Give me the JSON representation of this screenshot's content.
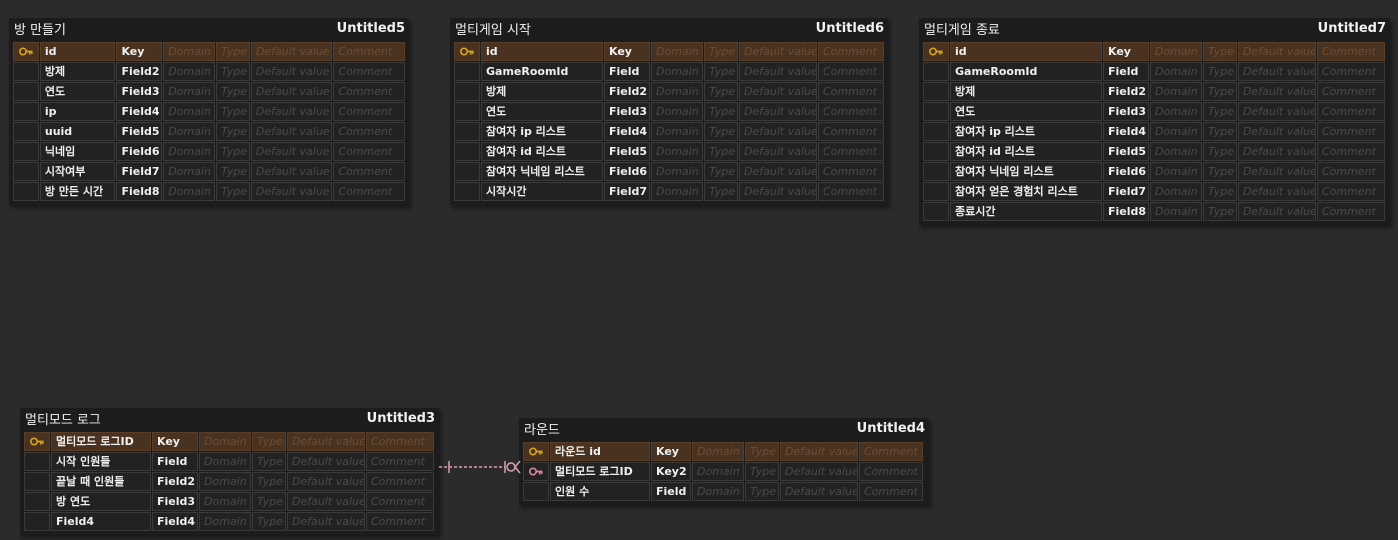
{
  "placeholders": {
    "domain": "Domain",
    "type": "Type",
    "default_value": "Default value",
    "comment": "Comment"
  },
  "entities": [
    {
      "name": "방 만들기",
      "logical": "Untitled5",
      "rows": [
        {
          "icon": "primary-key-icon",
          "name": "id",
          "field": "Key",
          "key": true
        },
        {
          "icon": "",
          "name": "방제",
          "field": "Field2",
          "key": false
        },
        {
          "icon": "",
          "name": "연도",
          "field": "Field3",
          "key": false
        },
        {
          "icon": "",
          "name": "ip",
          "field": "Field4",
          "key": false
        },
        {
          "icon": "",
          "name": "uuid",
          "field": "Field5",
          "key": false
        },
        {
          "icon": "",
          "name": "닉네임",
          "field": "Field6",
          "key": false
        },
        {
          "icon": "",
          "name": "시작여부",
          "field": "Field7",
          "key": false
        },
        {
          "icon": "",
          "name": "방 만든 시간",
          "field": "Field8",
          "key": false
        }
      ]
    },
    {
      "name": "멀티게임 시작",
      "logical": "Untitled6",
      "rows": [
        {
          "icon": "primary-key-icon",
          "name": "id",
          "field": "Key",
          "key": true
        },
        {
          "icon": "",
          "name": "GameRoomId",
          "field": "Field",
          "key": false
        },
        {
          "icon": "",
          "name": "방제",
          "field": "Field2",
          "key": false
        },
        {
          "icon": "",
          "name": "연도",
          "field": "Field3",
          "key": false
        },
        {
          "icon": "",
          "name": "참여자 ip 리스트",
          "field": "Field4",
          "key": false
        },
        {
          "icon": "",
          "name": "참여자 id 리스트",
          "field": "Field5",
          "key": false
        },
        {
          "icon": "",
          "name": "참여자 닉네임 리스트",
          "field": "Field6",
          "key": false
        },
        {
          "icon": "",
          "name": "시작시간",
          "field": "Field7",
          "key": false
        }
      ]
    },
    {
      "name": "멀티게임 종료",
      "logical": "Untitled7",
      "rows": [
        {
          "icon": "primary-key-icon",
          "name": "id",
          "field": "Key",
          "key": true
        },
        {
          "icon": "",
          "name": "GameRoomId",
          "field": "Field",
          "key": false
        },
        {
          "icon": "",
          "name": "방제",
          "field": "Field2",
          "key": false
        },
        {
          "icon": "",
          "name": "연도",
          "field": "Field3",
          "key": false
        },
        {
          "icon": "",
          "name": "참여자 ip 리스트",
          "field": "Field4",
          "key": false
        },
        {
          "icon": "",
          "name": "참여자 id 리스트",
          "field": "Field5",
          "key": false
        },
        {
          "icon": "",
          "name": "참여자 닉네임 리스트",
          "field": "Field6",
          "key": false
        },
        {
          "icon": "",
          "name": "참여자 얻은 경험치 리스트",
          "field": "Field7",
          "key": false
        },
        {
          "icon": "",
          "name": "종료시간",
          "field": "Field8",
          "key": false
        }
      ]
    },
    {
      "name": "멀티모드 로그",
      "logical": "Untitled3",
      "rows": [
        {
          "icon": "primary-key-icon",
          "name": "멀티모드 로그ID",
          "field": "Key",
          "key": true
        },
        {
          "icon": "",
          "name": "시작 인원들",
          "field": "Field",
          "key": false
        },
        {
          "icon": "",
          "name": "끝날 때 인원들",
          "field": "Field2",
          "key": false
        },
        {
          "icon": "",
          "name": "방 연도",
          "field": "Field3",
          "key": false
        },
        {
          "icon": "",
          "name": "Field4",
          "field": "Field4",
          "key": false
        }
      ]
    },
    {
      "name": "라운드",
      "logical": "Untitled4",
      "rows": [
        {
          "icon": "primary-key-icon",
          "name": "라운드 id",
          "field": "Key",
          "key": true
        },
        {
          "icon": "foreign-key-icon",
          "name": "멀티모드 로그ID",
          "field": "Key2",
          "key": false
        },
        {
          "icon": "",
          "name": "인원 수",
          "field": "Field",
          "key": false
        }
      ]
    }
  ],
  "colors": {
    "primary_key": "#d9a520",
    "foreign_key": "#d98a9a",
    "relation_line": "#d9a0b0"
  }
}
